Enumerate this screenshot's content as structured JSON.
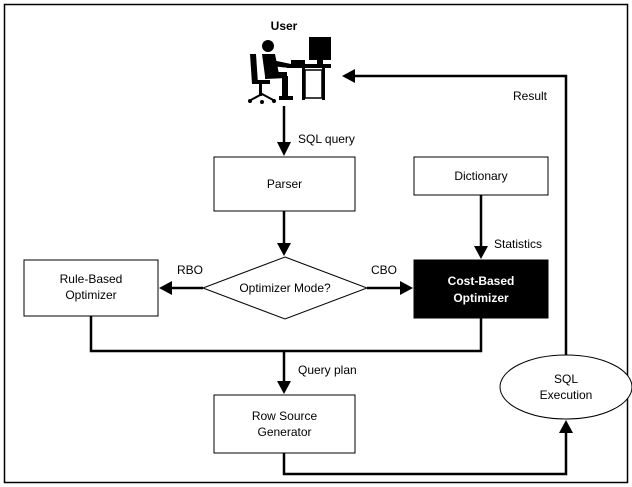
{
  "nodes": {
    "user": {
      "label": "User"
    },
    "parser": {
      "label": "Parser"
    },
    "dictionary": {
      "label": "Dictionary"
    },
    "optimizer_mode": {
      "label": "Optimizer Mode?"
    },
    "rule_based": {
      "label_line1": "Rule-Based",
      "label_line2": "Optimizer"
    },
    "cost_based": {
      "label_line1": "Cost-Based",
      "label_line2": "Optimizer"
    },
    "row_source": {
      "label_line1": "Row Source",
      "label_line2": "Generator"
    },
    "sql_execution": {
      "label_line1": "SQL",
      "label_line2": "Execution"
    }
  },
  "edges": {
    "sql_query": "SQL query",
    "statistics": "Statistics",
    "rbo": "RBO",
    "cbo": "CBO",
    "query_plan": "Query plan",
    "result": "Result"
  },
  "colors": {
    "ink": "#000000",
    "paper": "#ffffff",
    "highlight_fill": "#000000",
    "highlight_text": "#ffffff"
  }
}
